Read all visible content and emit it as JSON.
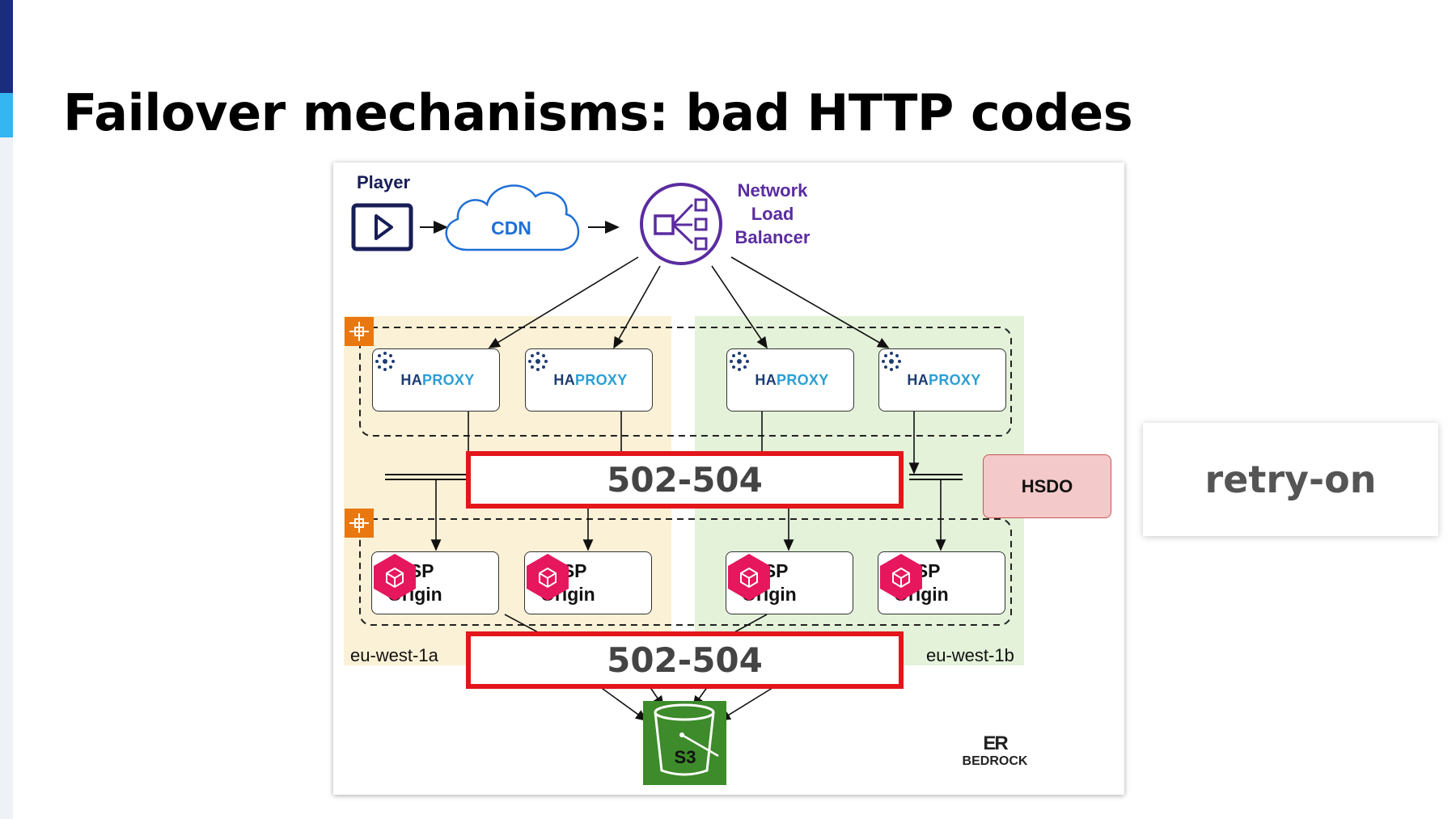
{
  "slide": {
    "title": "Failover mechanisms: bad HTTP codes"
  },
  "diagram": {
    "player_label": "Player",
    "cdn_label": "CDN",
    "nlb_label_line1": "Network",
    "nlb_label_line2": "Load",
    "nlb_label_line3": "Balancer",
    "haproxy": [
      {
        "text_prefix": "HA",
        "text_suffix": "PROXY"
      },
      {
        "text_prefix": "HA",
        "text_suffix": "PROXY"
      },
      {
        "text_prefix": "HA",
        "text_suffix": "PROXY"
      },
      {
        "text_prefix": "HA",
        "text_suffix": "PROXY"
      }
    ],
    "usp_origin": [
      {
        "line1": "USP",
        "line2": "Origin"
      },
      {
        "line1": "USP",
        "line2": "Origin"
      },
      {
        "line1": "USP",
        "line2": "Origin"
      },
      {
        "line1": "USP",
        "line2": "Origin"
      }
    ],
    "error_code_top": "502-504",
    "error_code_bottom": "502-504",
    "hsdo_label": "HSDO",
    "zone_a_label": "eu-west-1a",
    "zone_b_label": "eu-west-1b",
    "s3_label": "S3",
    "logo_mark": "ER",
    "logo_text": "BEDROCK",
    "colors": {
      "zone_a": "#fbf1d6",
      "zone_b": "#e3f2d9",
      "error_border": "#e3161b",
      "nlb_purple": "#5a2ca0",
      "cdn_blue": "#1f6fd6",
      "usp_pink": "#e6175c",
      "s3_green": "#3d8b2a"
    }
  },
  "callout": {
    "text": "retry-on"
  }
}
